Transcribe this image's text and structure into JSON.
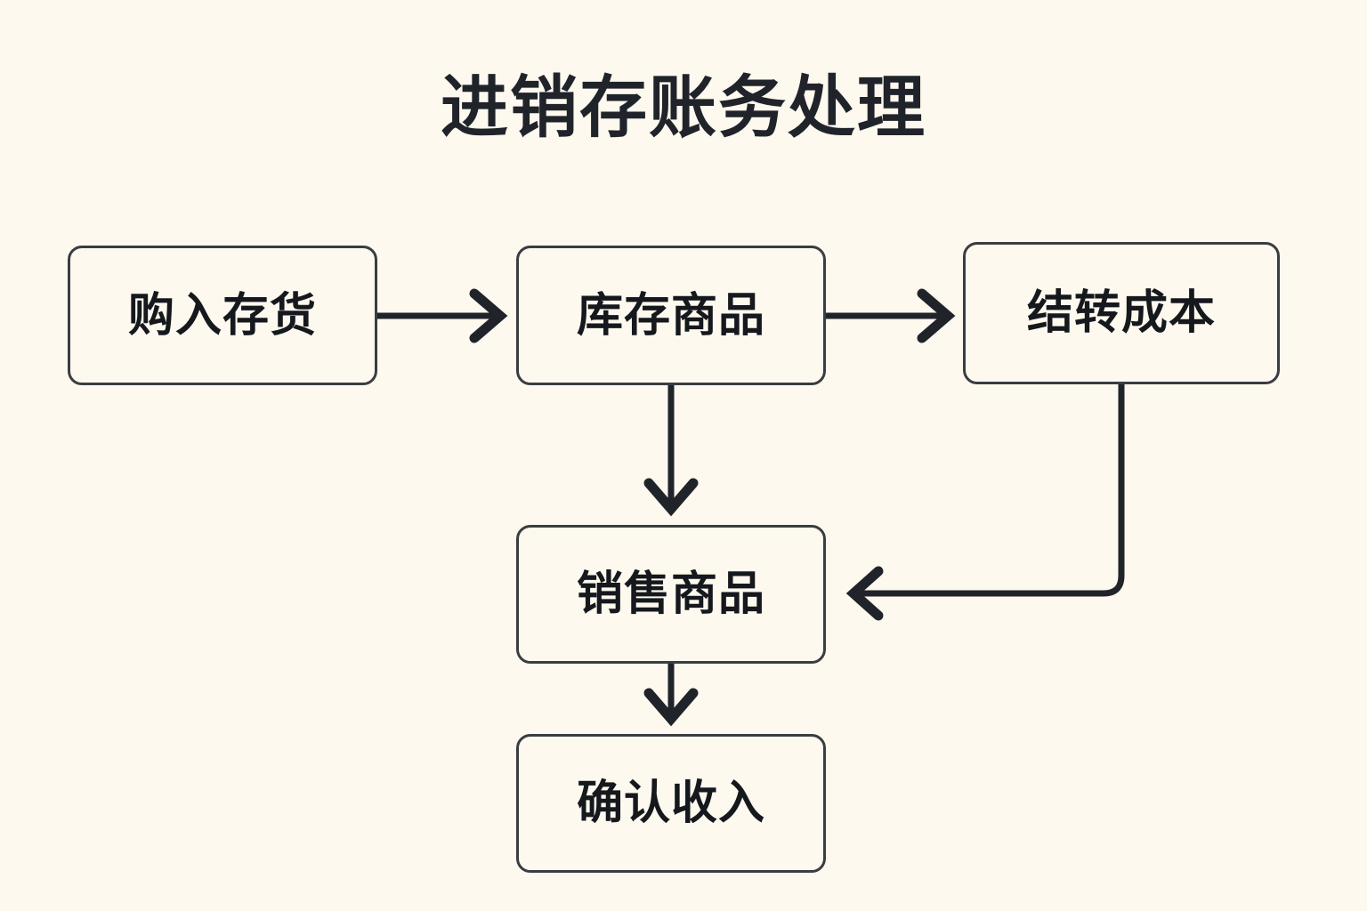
{
  "page": {
    "title": "进销存账务处理",
    "background_color": "#fdf9ef",
    "ink_color": "#20242a",
    "node_border_color": "#3a3d42"
  },
  "diagram": {
    "type": "flowchart",
    "nodes": [
      {
        "id": "purchase",
        "label": "购入存货",
        "shape": "rounded-rect"
      },
      {
        "id": "inventory",
        "label": "库存商品",
        "shape": "rounded-rect"
      },
      {
        "id": "cost",
        "label": "结转成本",
        "shape": "rounded-rect"
      },
      {
        "id": "sell",
        "label": "销售商品",
        "shape": "rounded-rect"
      },
      {
        "id": "revenue",
        "label": "确认收入",
        "shape": "rounded-rect"
      }
    ],
    "edges": [
      {
        "id": "edge-purchase-inventory",
        "from": "purchase",
        "to": "inventory",
        "label": "",
        "direction": "right"
      },
      {
        "id": "edge-inventory-cost",
        "from": "inventory",
        "to": "cost",
        "label": "",
        "direction": "right"
      },
      {
        "id": "edge-inventory-sell",
        "from": "inventory",
        "to": "sell",
        "label": "",
        "direction": "down"
      },
      {
        "id": "edge-cost-sell",
        "from": "cost",
        "to": "sell",
        "label": "",
        "direction": "elbow-down-left"
      },
      {
        "id": "edge-sell-revenue",
        "from": "sell",
        "to": "revenue",
        "label": "",
        "direction": "down"
      }
    ]
  }
}
